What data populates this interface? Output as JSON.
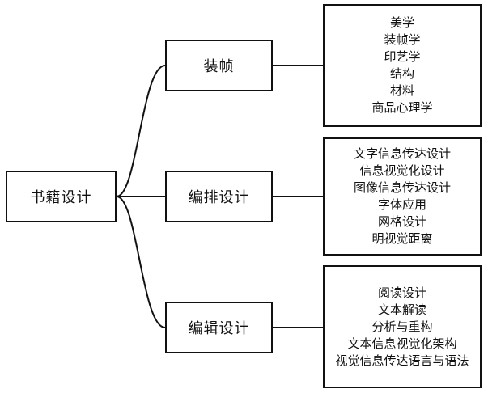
{
  "root": {
    "label": "书籍设计"
  },
  "branches": [
    {
      "label": "装帧",
      "items": [
        "美学",
        "装帧学",
        "印艺学",
        "结构",
        "材料",
        "商品心理学"
      ]
    },
    {
      "label": "编排设计",
      "items": [
        "文字信息传达设计",
        "信息视觉化设计",
        "图像信息传达设计",
        "字体应用",
        "网格设计",
        "明视觉距离"
      ]
    },
    {
      "label": "编辑设计",
      "items": [
        "阅读设计",
        "文本解读",
        "分析与重构",
        "文本信息视觉化架构",
        "视觉信息传达语言与语法"
      ]
    }
  ]
}
